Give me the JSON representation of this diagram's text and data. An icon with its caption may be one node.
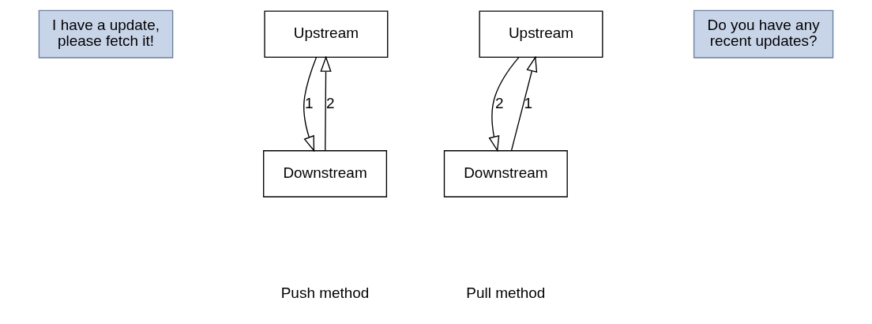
{
  "diagram": {
    "nodes": [
      {
        "text": [
          "Upstream"
        ]
      },
      {
        "text": [
          "Downstream"
        ]
      },
      {
        "text": [
          "I have a update, please fetch it!"
        ]
      },
      {
        "text": [
          "Upstream"
        ]
      },
      {
        "text": [
          "Downstream"
        ]
      },
      {
        "text": [
          "Do you have any recent updates?"
        ]
      }
    ],
    "edges": [
      {
        "from": 0,
        "to": 1,
        "arrow": "to",
        "label": "1"
      },
      {
        "from": 1,
        "to": 0,
        "arrow": "to",
        "label": "2"
      },
      {
        "from": 3,
        "to": 4,
        "arrow": "to",
        "label": "2"
      },
      {
        "from": 4,
        "to": 3,
        "arrow": "to",
        "label": "1"
      }
    ],
    "labels": [
      "Push method",
      "Pull method"
    ]
  }
}
